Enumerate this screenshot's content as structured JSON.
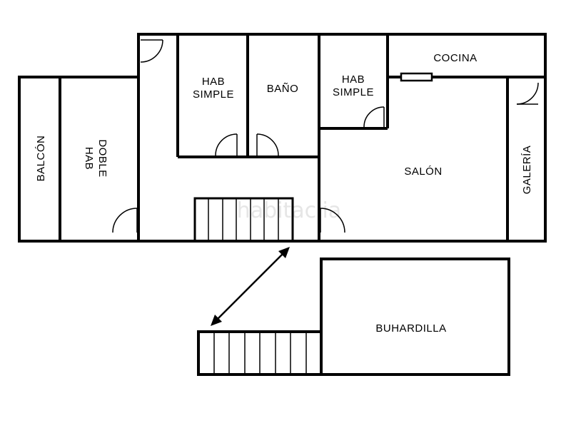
{
  "rooms": {
    "hab_doble": [
      "HAB",
      "DOBLE"
    ],
    "balcon": "BALCÓN",
    "hab_simple_1": [
      "HAB",
      "SIMPLE"
    ],
    "bano": "BAÑO",
    "hab_simple_2": [
      "HAB",
      "SIMPLE"
    ],
    "cocina": "COCINA",
    "salon": "SALÓN",
    "galeria": "GALERÍA",
    "buhardilla": "BUHARDILLA"
  },
  "watermark": "habitaclia",
  "colors": {
    "wall": "#000000",
    "background": "#ffffff",
    "watermark": "#e6e6e6"
  }
}
